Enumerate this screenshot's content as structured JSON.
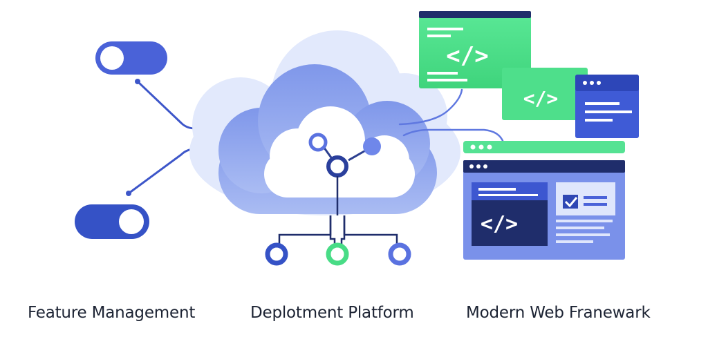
{
  "captions": {
    "feature_management": "Feature Management",
    "deployment_platform": "Deplotment Platform",
    "modern_web_framework": "Modern Web Franewark"
  },
  "code_glyph": "</>",
  "icons": {
    "toggle_top": "toggle-on-icon",
    "toggle_bottom": "toggle-off-icon",
    "cloud": "cloud-icon",
    "network": "network-nodes-icon",
    "code_window": "code-window-icon",
    "checkbox": "checkbox-checked-icon"
  },
  "colors": {
    "blue_primary": "#4a62d8",
    "blue_dark": "#2c3f8f",
    "navy": "#1f2d6b",
    "green": "#4ee08a",
    "cloud_light": "#dbe4fb",
    "cloud_mid": "#8fa8ee"
  }
}
